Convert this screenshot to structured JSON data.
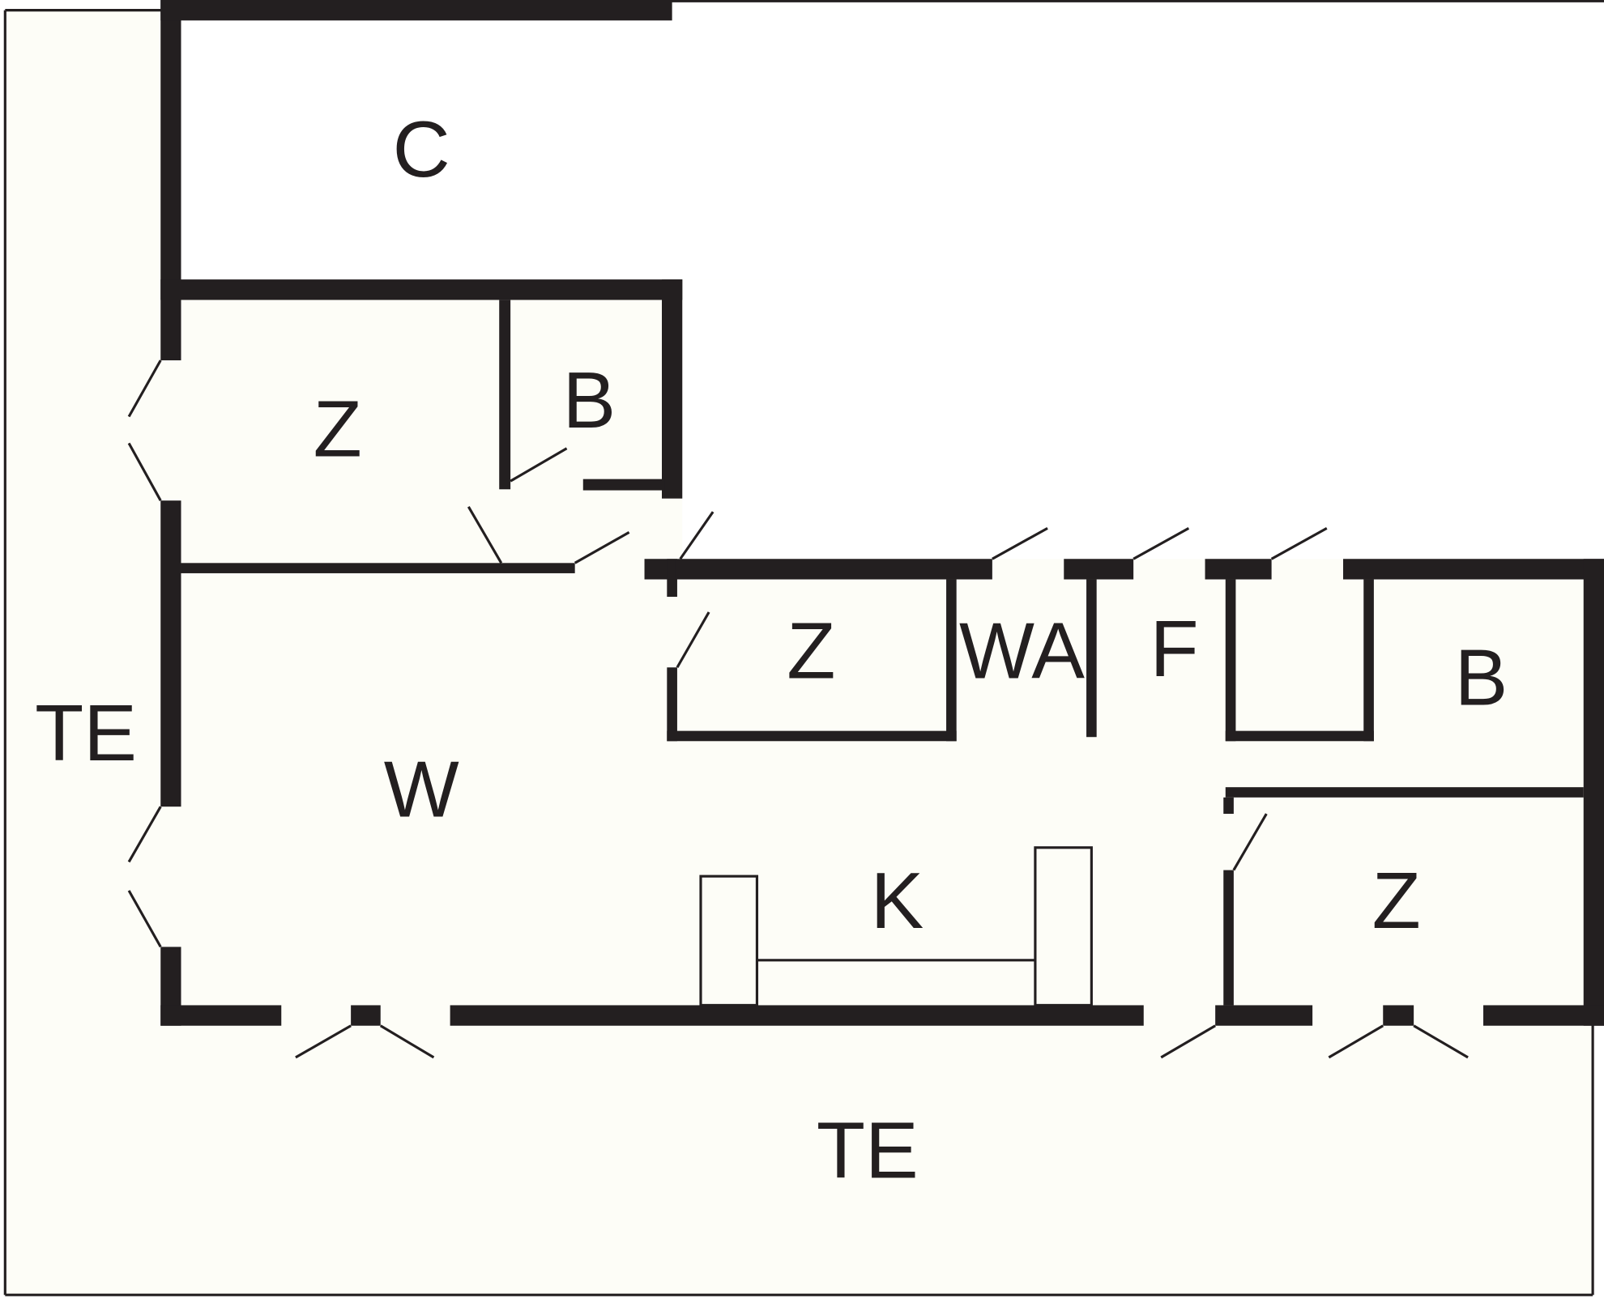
{
  "plan": {
    "rooms": [
      {
        "id": "carport",
        "label": "C"
      },
      {
        "id": "bedroom-1",
        "label": "Z"
      },
      {
        "id": "bathroom-1",
        "label": "B"
      },
      {
        "id": "terrace-left",
        "label": "TE"
      },
      {
        "id": "living",
        "label": "W"
      },
      {
        "id": "bedroom-2",
        "label": "Z"
      },
      {
        "id": "utility",
        "label": "WA"
      },
      {
        "id": "f-room",
        "label": "F"
      },
      {
        "id": "bathroom-2",
        "label": "B"
      },
      {
        "id": "kitchen",
        "label": "K"
      },
      {
        "id": "bedroom-3",
        "label": "Z"
      },
      {
        "id": "terrace-bottom",
        "label": "TE"
      }
    ],
    "colors": {
      "wall": "#231f20",
      "floor": "#fdfdf7",
      "outside": "#ffffff"
    }
  }
}
